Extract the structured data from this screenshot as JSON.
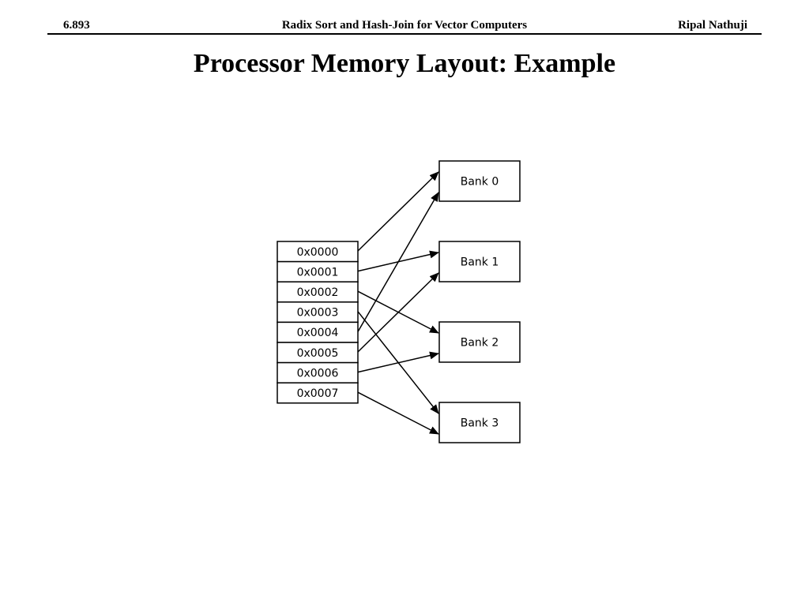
{
  "header": {
    "course": "6.893",
    "lecture_title": "Radix Sort and Hash-Join for Vector Computers",
    "author": "Ripal Nathuji"
  },
  "slide": {
    "title": "Processor Memory Layout: Example"
  },
  "diagram": {
    "addresses": [
      {
        "label": "0x0000",
        "bank": 0
      },
      {
        "label": "0x0001",
        "bank": 1
      },
      {
        "label": "0x0002",
        "bank": 2
      },
      {
        "label": "0x0003",
        "bank": 3
      },
      {
        "label": "0x0004",
        "bank": 0
      },
      {
        "label": "0x0005",
        "bank": 1
      },
      {
        "label": "0x0006",
        "bank": 2
      },
      {
        "label": "0x0007",
        "bank": 3
      }
    ],
    "banks": [
      "Bank 0",
      "Bank 1",
      "Bank 2",
      "Bank 3"
    ]
  }
}
